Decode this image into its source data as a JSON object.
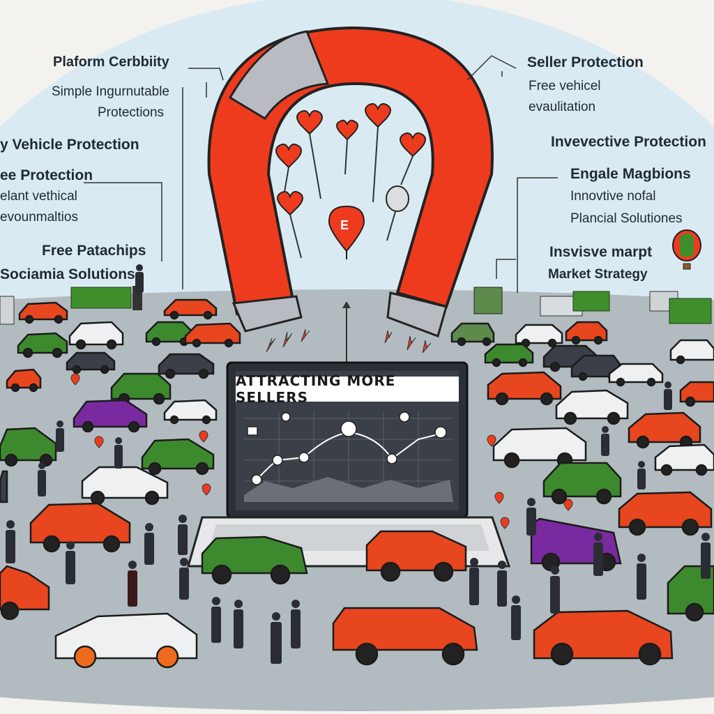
{
  "banner": {
    "title": "ATTRACTING MORE SELLERS"
  },
  "magnet": {
    "center_symbol": "E"
  },
  "left_labels": {
    "heading1": "Plaform Cerbbiity",
    "sub1a": "Simple Ingurnutable",
    "sub1b": "Protections",
    "heading2": "y Vehicle Protection",
    "heading3": "ee Protection",
    "sub3a": "elant vethical",
    "sub3b": "evounmaltios",
    "heading4": "Free Patachips",
    "heading5": "Sociamia Solutions"
  },
  "right_labels": {
    "heading1": "Seller Protection",
    "sub1a": "Free vehicel",
    "sub1b": "evaulitation",
    "heading2": "Invevective Protection",
    "heading3": "Engale   Magbions",
    "sub3a": "Innovtive nofal",
    "sub3b": "Plancial Solutiones",
    "heading4": "Insvisve marpt",
    "heading5": "Market Strategy"
  },
  "colors": {
    "sky": "#d9eaf2",
    "ground": "#aeb9bd",
    "magnet_red": "#ee3b1e",
    "magnet_tip": "#b8bcc2",
    "car_red": "#e8461e",
    "car_green": "#3d8a2e",
    "car_purple": "#7a2aa0",
    "car_white": "#eef0f2",
    "laptop": "#2b2f36"
  },
  "icons": [
    "magnet-icon",
    "heart-pin-icon",
    "euro-pin-icon",
    "laptop-icon",
    "hot-air-balloon-icon",
    "car-icon",
    "person-icon",
    "location-pin-icon"
  ]
}
